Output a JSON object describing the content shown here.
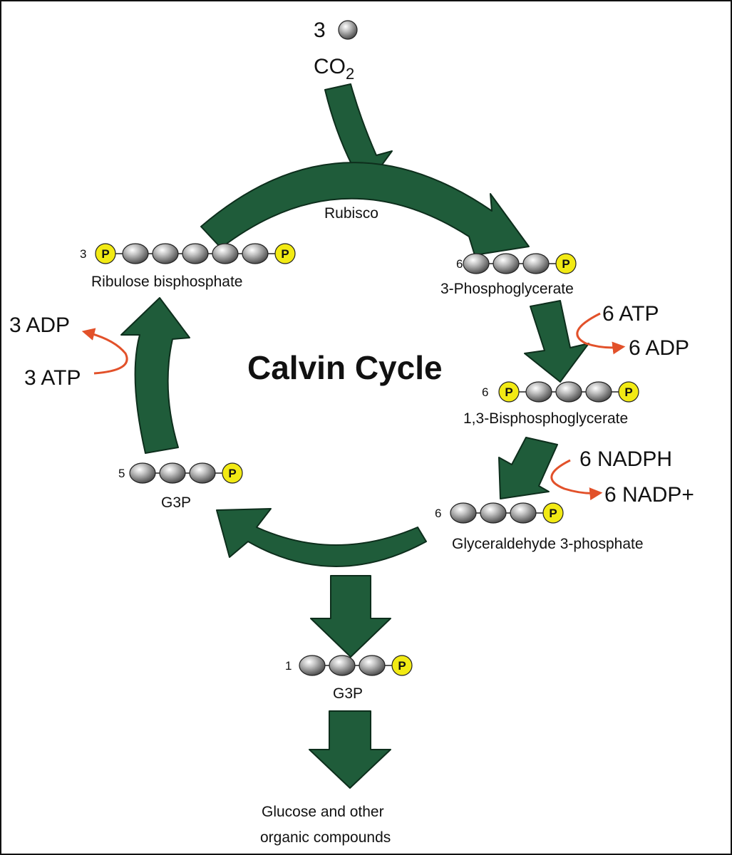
{
  "title": "Calvin Cycle",
  "enzyme": "Rubisco",
  "input": {
    "count": "3",
    "molecule": "CO",
    "subscript": "2"
  },
  "phosphate_label": "P",
  "molecules": [
    {
      "id": "rubp",
      "count": "3",
      "name": "Ribulose bisphosphate",
      "carbons": 5,
      "phosphate_start": true,
      "phosphate_end": true
    },
    {
      "id": "pga",
      "count": "6",
      "name": "3-Phosphoglycerate",
      "carbons": 3,
      "phosphate_start": false,
      "phosphate_end": true
    },
    {
      "id": "bpg",
      "count": "6",
      "name": "1,3-Bisphosphoglycerate",
      "carbons": 3,
      "phosphate_start": true,
      "phosphate_end": true
    },
    {
      "id": "g3p6",
      "count": "6",
      "name": "Glyceraldehyde 3-phosphate",
      "carbons": 3,
      "phosphate_start": false,
      "phosphate_end": true
    },
    {
      "id": "g3p5",
      "count": "5",
      "name": "G3P",
      "carbons": 3,
      "phosphate_start": false,
      "phosphate_end": true
    },
    {
      "id": "g3p1",
      "count": "1",
      "name": "G3P",
      "carbons": 3,
      "phosphate_start": false,
      "phosphate_end": true
    }
  ],
  "cofactors": {
    "atp_in": "6 ATP",
    "adp_out": "6 ADP",
    "nadph_in": "6 NADPH",
    "nadp_out": "6 NADP+",
    "regen_atp_in": "3 ATP",
    "regen_adp_out": "3 ADP"
  },
  "output": {
    "line1": "Glucose and other",
    "line2": "organic compounds"
  },
  "colors": {
    "arrow": "#1f5c3a",
    "arrow_stroke": "#0d2e1c",
    "cofactor_arrow": "#e2512a",
    "phosphate": "#f2ea14",
    "carbon": "#9a9a9a"
  }
}
